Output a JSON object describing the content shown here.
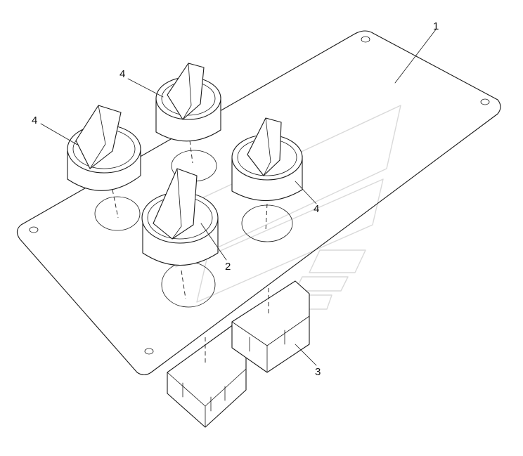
{
  "callouts": [
    {
      "id": "callout-1",
      "text": "1"
    },
    {
      "id": "callout-2",
      "text": "2"
    },
    {
      "id": "callout-3",
      "text": "3"
    },
    {
      "id": "callout-4a",
      "text": "4"
    },
    {
      "id": "callout-4b",
      "text": "4"
    },
    {
      "id": "callout-4c",
      "text": "4"
    }
  ],
  "colors": {
    "line": "#1a1a1a",
    "watermark": "#d9d9d9",
    "background": "#ffffff"
  }
}
